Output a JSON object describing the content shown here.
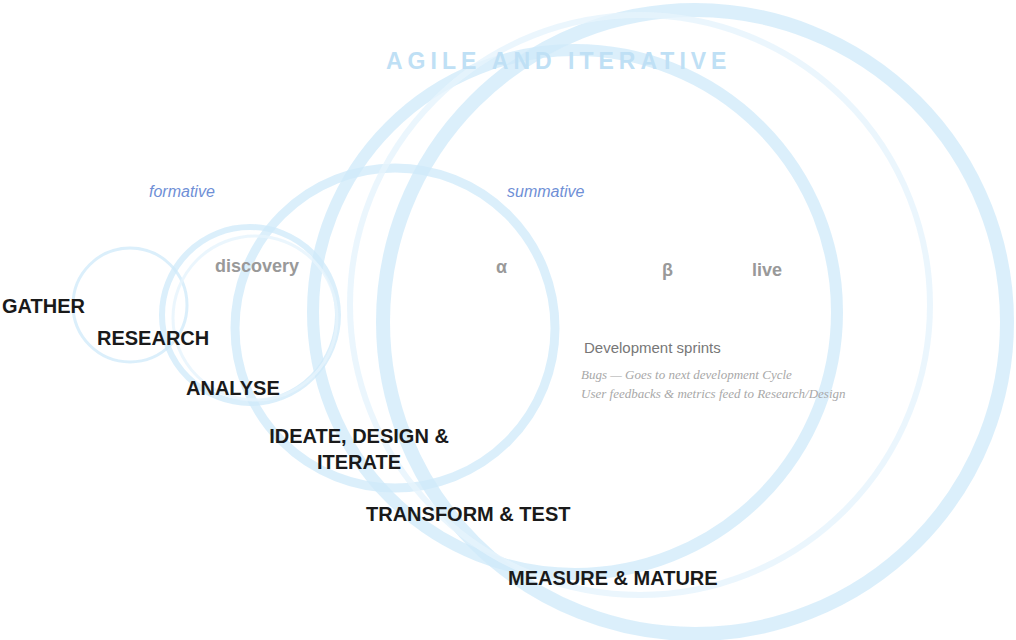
{
  "diagram": {
    "title": "AGILE AND ITERATIVE",
    "labels": [
      "formative",
      "summative",
      "discovery",
      "α",
      "β",
      "live",
      "GATHER",
      "RESEARCH",
      "ANALYSE",
      "IDEATE, DESIGN & ITERATE",
      "TRANSFORM & TEST",
      "MEASURE & MATURE",
      "Development sprints",
      "Bugs — Goes to next development Cycle",
      "User feedbacks & metrics feed to Research/Design"
    ]
  }
}
